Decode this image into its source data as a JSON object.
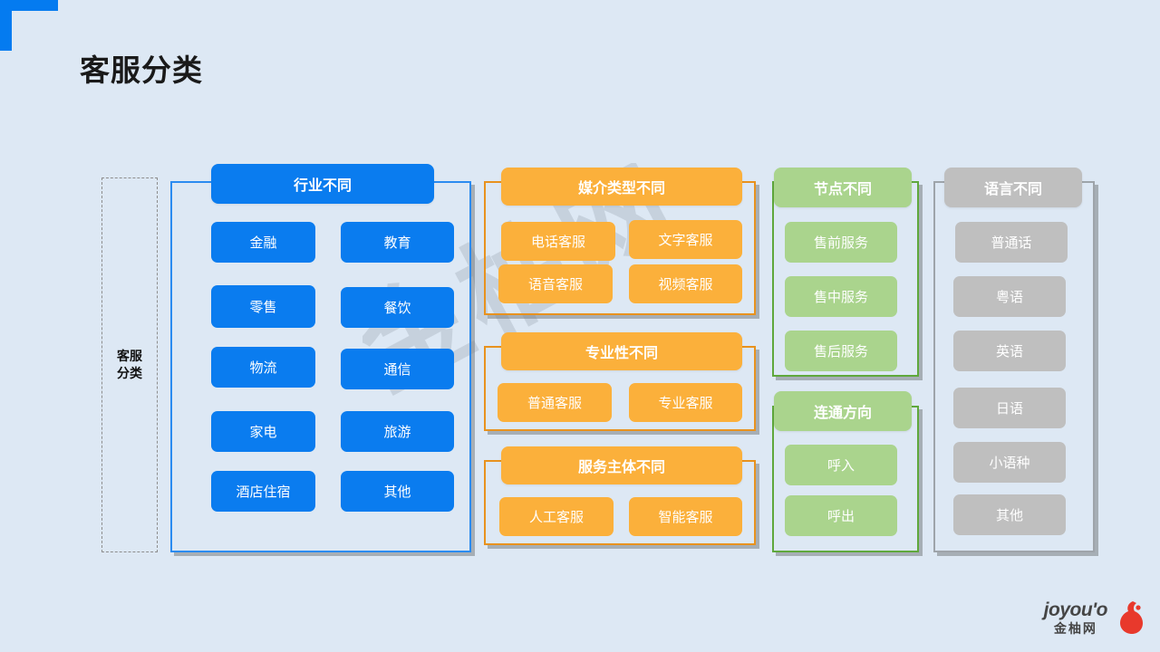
{
  "page": {
    "title": "客服分类",
    "watermark": "金柚网"
  },
  "root": {
    "label": "客服\n分类"
  },
  "colors": {
    "background": "#dde8f4",
    "blue": "#0a7cef",
    "orange": "#fbb03b",
    "green": "#aad48d",
    "gray": "#bfbfbf",
    "frame_blue": "#2b8bf0",
    "frame_orange": "#e8921e",
    "frame_green": "#5fa83c",
    "frame_gray": "#9ea4aa",
    "accent": "#047bf0",
    "logo_red": "#e8392c"
  },
  "groups": [
    {
      "id": "industry",
      "color": "blue",
      "header": "行业不同",
      "items": [
        "金融",
        "教育",
        "零售",
        "餐饮",
        "物流",
        "通信",
        "家电",
        "旅游",
        "酒店住宿",
        "其他"
      ]
    },
    {
      "id": "media-type",
      "color": "orange",
      "header": "媒介类型不同",
      "items": [
        "电话客服",
        "文字客服",
        "语音客服",
        "视频客服"
      ]
    },
    {
      "id": "professionalism",
      "color": "orange",
      "header": "专业性不同",
      "items": [
        "普通客服",
        "专业客服"
      ]
    },
    {
      "id": "service-subject",
      "color": "orange",
      "header": "服务主体不同",
      "items": [
        "人工客服",
        "智能客服"
      ]
    },
    {
      "id": "node",
      "color": "green",
      "header": "节点不同",
      "items": [
        "售前服务",
        "售中服务",
        "售后服务"
      ]
    },
    {
      "id": "direction",
      "color": "green",
      "header": "连通方向",
      "items": [
        "呼入",
        "呼出"
      ]
    },
    {
      "id": "language",
      "color": "gray",
      "header": "语言不同",
      "items": [
        "普通话",
        "粤语",
        "英语",
        "日语",
        "小语种",
        "其他"
      ]
    }
  ],
  "brand": {
    "en": "joyou'o",
    "cn": "金柚网"
  }
}
